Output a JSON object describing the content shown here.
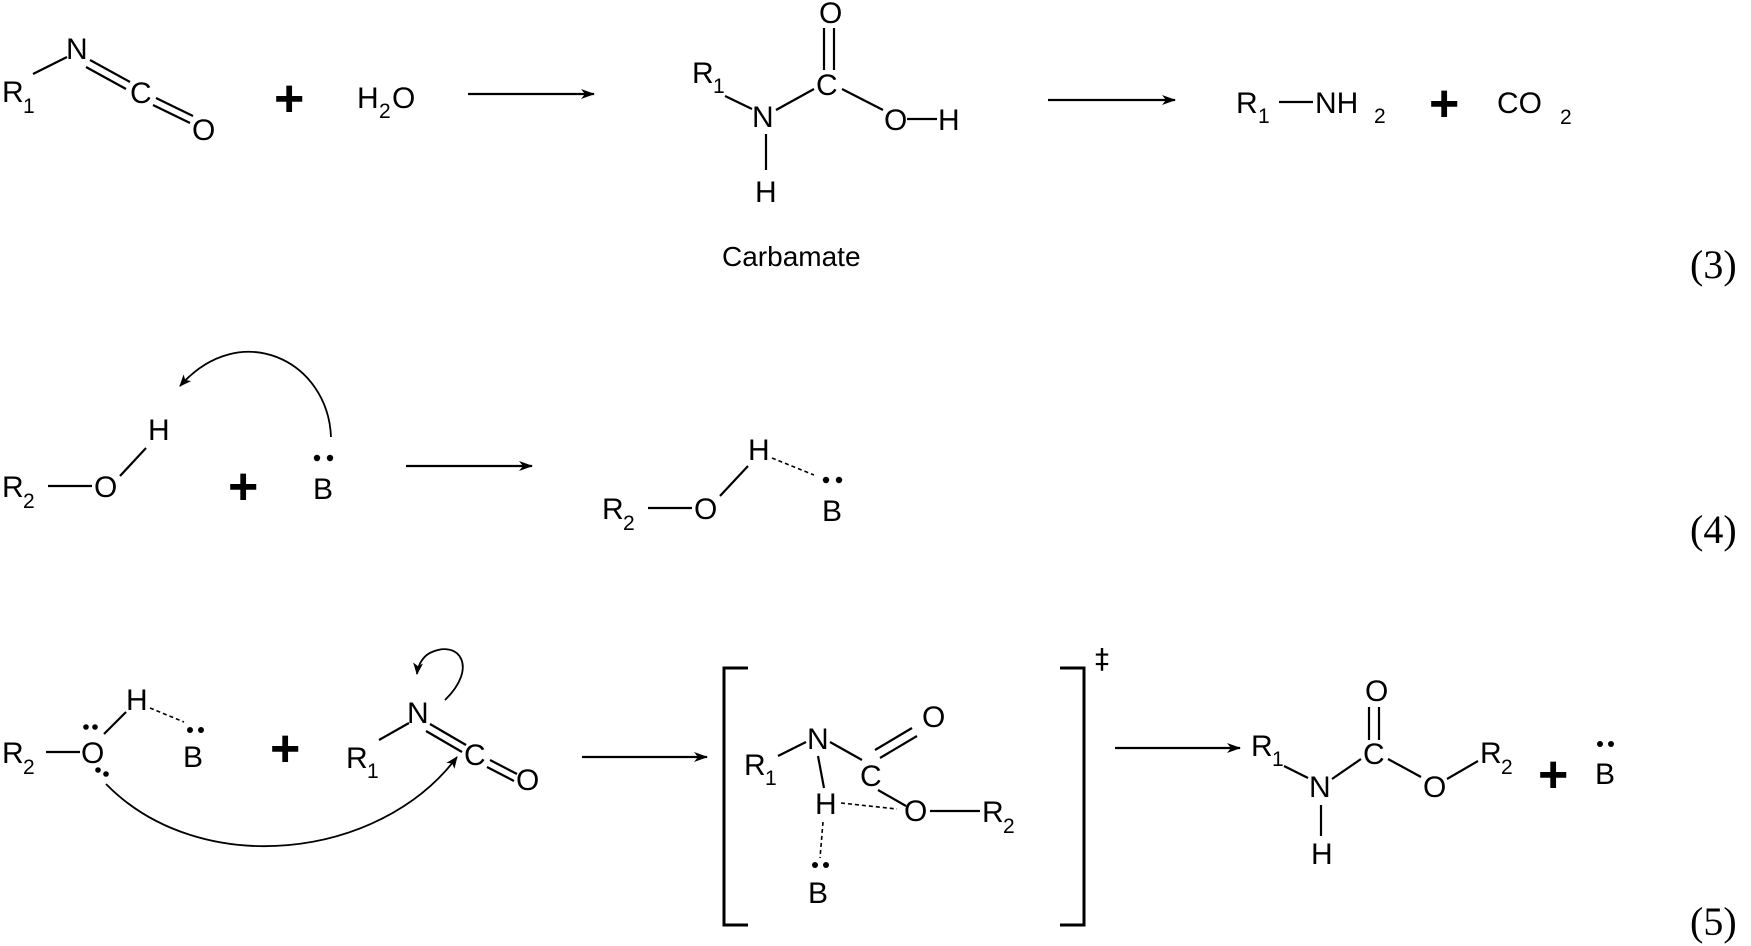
{
  "labels": {
    "R1": "R",
    "R2": "R",
    "sub1": "1",
    "sub2": "2",
    "N": "N",
    "C": "C",
    "O": "O",
    "H": "H",
    "B": "B",
    "NH": "NH",
    "H2O_H": "H",
    "H2O_O": "O",
    "CO": "CO",
    "plus": "+",
    "dagger": "‡"
  },
  "caption_carbamate": "Carbamate",
  "equation_numbers": [
    "(3)",
    "(4)",
    "(5)"
  ]
}
